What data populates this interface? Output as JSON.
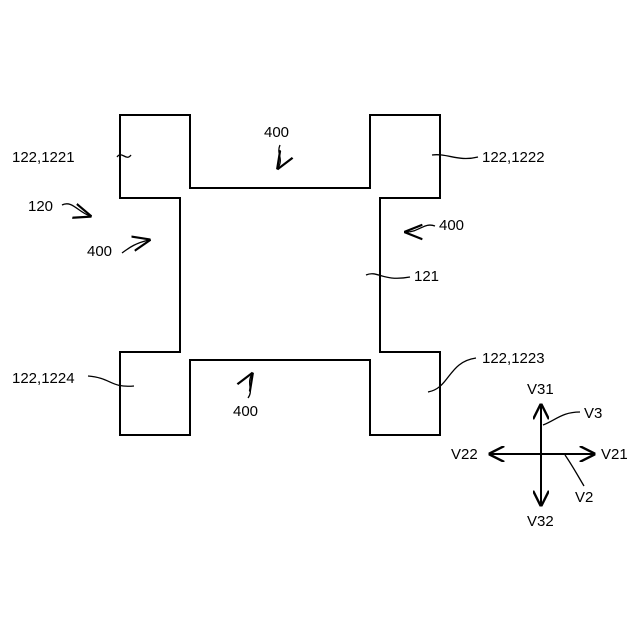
{
  "labels": {
    "corner_top_left": "122,1221",
    "corner_top_right": "122,1222",
    "corner_bottom_right": "122,1223",
    "corner_bottom_left": "122,1224",
    "recess_top": "400",
    "recess_right": "400",
    "recess_left": "400",
    "recess_bottom": "400",
    "body": "121",
    "component": "120"
  },
  "axes": {
    "v31": "V31",
    "v32": "V32",
    "v21": "V21",
    "v22": "V22",
    "v3": "V3",
    "v2": "V2"
  }
}
